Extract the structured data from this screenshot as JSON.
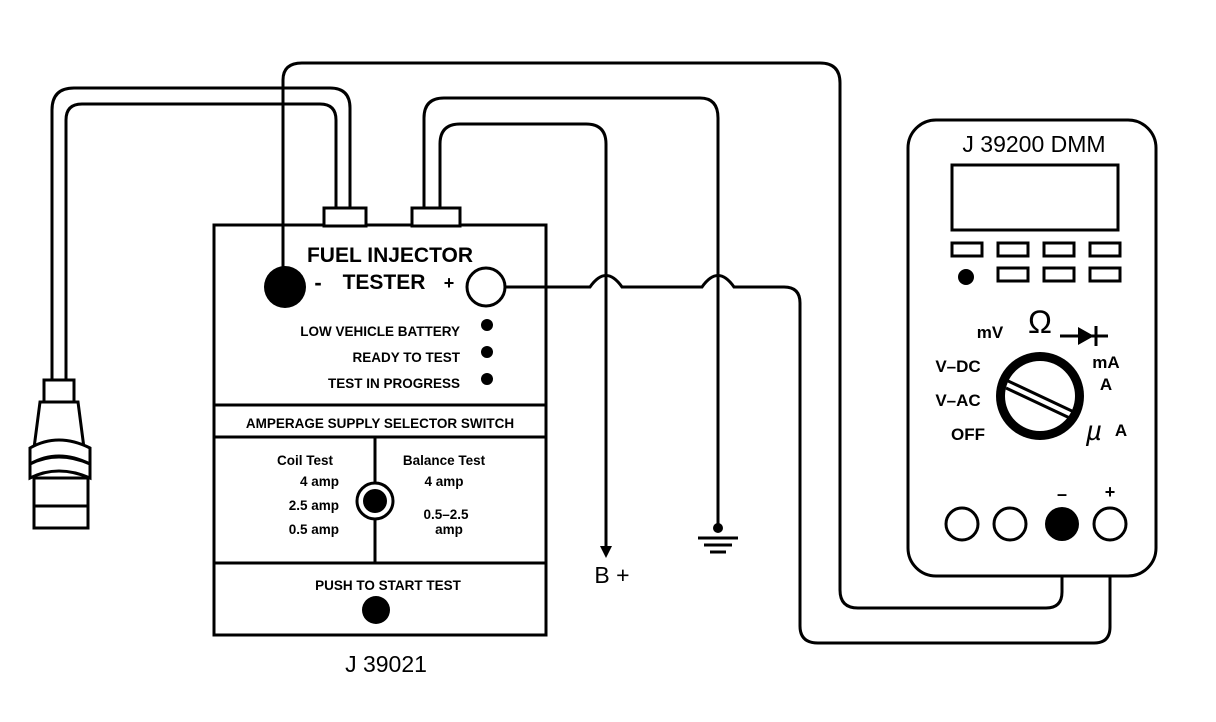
{
  "tester": {
    "model": "J 39021",
    "title_line1": "FUEL INJECTOR",
    "title_line2": "TESTER",
    "minus": "-",
    "plus": "+",
    "indicators": [
      "LOW VEHICLE BATTERY",
      "READY TO TEST",
      "TEST IN PROGRESS"
    ],
    "selector_title": "AMPERAGE SUPPLY SELECTOR SWITCH",
    "coil_test": {
      "label": "Coil Test",
      "options": [
        "4 amp",
        "2.5 amp",
        "0.5 amp"
      ]
    },
    "balance_test": {
      "label": "Balance Test",
      "options": [
        "4 amp",
        "0.5–2.5",
        "amp"
      ]
    },
    "push_button": "PUSH TO START TEST"
  },
  "power": {
    "b_plus": "B +"
  },
  "dmm": {
    "title": "J 39200 DMM",
    "dial": {
      "mv": "mV",
      "ohm": "Ω",
      "vdc": "V–DC",
      "vac": "V–AC",
      "off": "OFF",
      "ma": "mA",
      "a": "A",
      "mu": "µ",
      "ua_a": "A"
    },
    "minus": "–",
    "plus": "+"
  }
}
